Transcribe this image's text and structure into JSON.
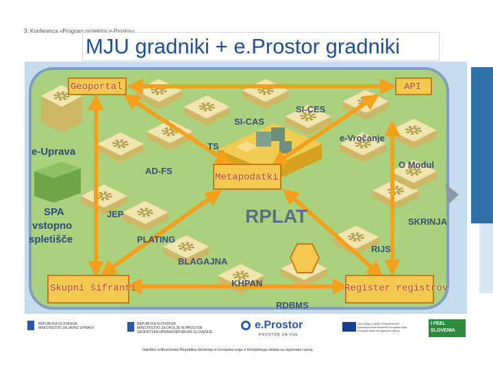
{
  "header": {
    "conference": "3. Konferenca »Program projektov e-Prostor«",
    "title": "MJU gradniki + e.Prostor gradniki"
  },
  "nodes": {
    "geoportal": "Geoportal",
    "api": "API",
    "metapodatki": "Metapodatki",
    "skupni": "Skupni šifranti",
    "register": "Register registrov"
  },
  "tiles": {
    "si_ces": "SI-CES",
    "si_cas": "SI-CAS",
    "e_vrocanje": "e-Vročanje",
    "ts": "TS",
    "ad_fs": "AD-FS",
    "o_modul": "O Modul",
    "jep": "JEP",
    "rplat": "RPLAT",
    "skrinja": "SKRINJA",
    "plating": "PLATING",
    "rijs": "RIJS",
    "blagajna": "BLAGAJNA",
    "khpan": "KHPAN",
    "rdbms": "RDBMS"
  },
  "left": {
    "e_uprava": "e-Uprava",
    "spa_1": "SPA",
    "spa_2": "vstopno",
    "spa_3": "spletišče"
  },
  "footer": {
    "funding": "Naložbo sofinancirata Republika Slovenija in Evropska unija iz Evropskega sklada za regionalni razvoj.",
    "logo_1_a": "REPUBLIKA SLOVENIJA",
    "logo_1_b": "MINISTRSTVO ZA JAVNO UPRAVO",
    "logo_2_a": "REPUBLIKA SLOVENIJA",
    "logo_2_b": "MINISTRSTVO ZA OKOLJE IN PROSTOR",
    "logo_2_c": "GEODETSKA UPRAVA REPUBLIKE SLOVENIJE",
    "eprostor": "e.Prostor",
    "eprostor_sub": "PROSTOR ZA VSE",
    "eu_a": "NALOŽBA V VAŠO PRIHODNOST",
    "eu_b": "Operacijo delno financira Evropska unija",
    "eu_c": "Evropski sklad za regionalni razvoj",
    "feel_a": "I FEEL",
    "feel_b": "SLOVENIA"
  },
  "colors": {
    "node_fill": "#f3c84e",
    "node_stroke": "#c8781a",
    "arrow": "#f4a01a",
    "panel_fill": "#aad27e",
    "panel_stroke": "#7f9fbf",
    "tile_top": "#efe6b0",
    "tile_side": "#cdb764",
    "gear": "#b4a050",
    "title": "#1f4e9a"
  }
}
